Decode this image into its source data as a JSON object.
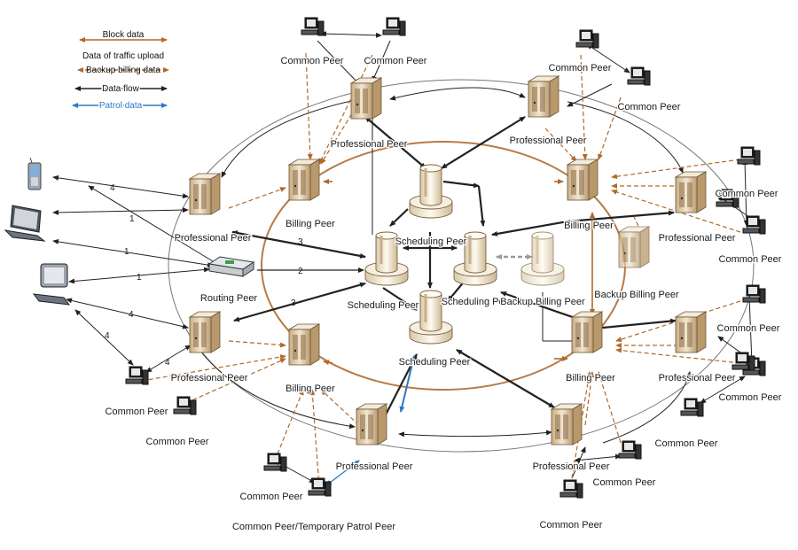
{
  "legend": [
    {
      "label": "Block data",
      "color": "#b06a2b",
      "style": "solid"
    },
    {
      "label": "Data of traffic upload",
      "color": "#b06a2b",
      "style": "none"
    },
    {
      "label": "Backup billing data",
      "color": "#b06a2b",
      "style": "dash"
    },
    {
      "label": "Data flow",
      "color": "#222222",
      "style": "solid"
    },
    {
      "label": "Patrol data",
      "color": "#2a7ac0",
      "style": "solid"
    }
  ],
  "nodes": {
    "professional_peer": "Professional Peer",
    "billing_peer": "Billing Peer",
    "scheduling_peer": "Scheduling Peer",
    "backup_billing_peer": "Backup Billing Peer",
    "routing_peer": "Routing Peer",
    "common_peer": "Common Peer",
    "common_patrol_peer": "Common Peer/Temporary Patrol Peer"
  },
  "link_numbers": {
    "n1": "1",
    "n2": "2",
    "n3": "3",
    "n4": "4"
  },
  "colors": {
    "block": "#b06a2b",
    "dataflow": "#222222",
    "patrol": "#2a7ac0",
    "ring": "#b87a45",
    "server": "#ead9bd"
  }
}
